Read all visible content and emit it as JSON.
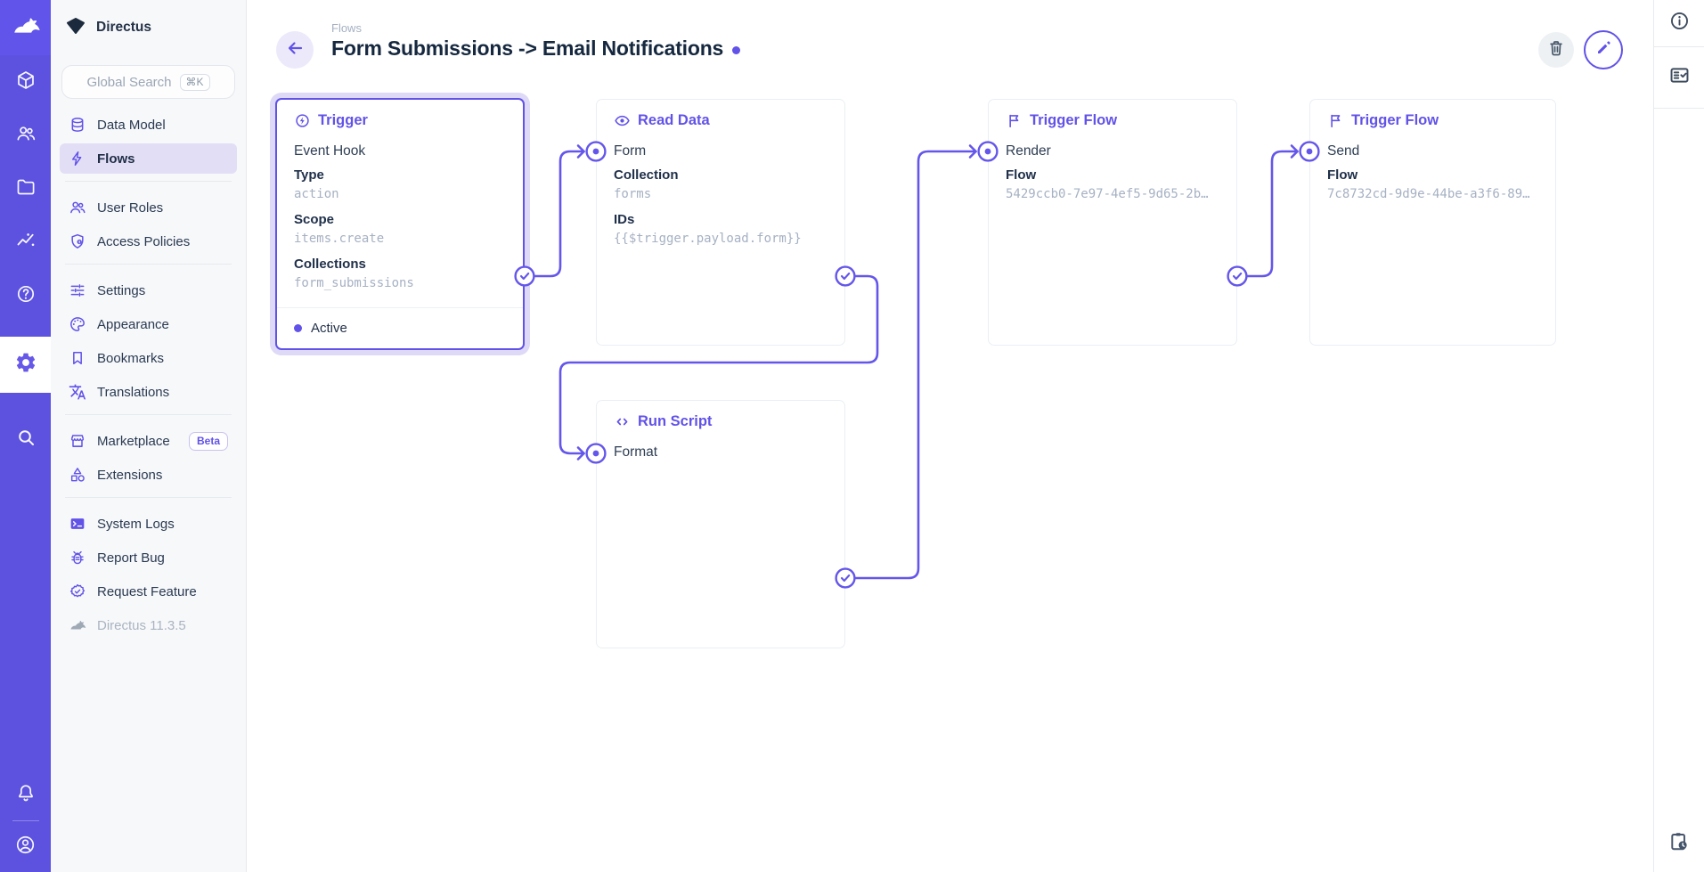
{
  "colors": {
    "primary": "#6152e8",
    "primary_halo": "#ded9f7",
    "module_bar": "#5d52e0",
    "active_nav_pill": "#e2def6",
    "mono_value": "#a6b1c3",
    "title_text": "#16283f"
  },
  "module_bar": {
    "logo_icon": "directus-rabbit-icon",
    "items": [
      "content-cube-icon",
      "users-icon",
      "files-folder-icon",
      "insights-icon",
      "help-icon",
      "settings-gear-icon",
      "search-icon"
    ],
    "active_item": "settings-gear-icon",
    "bottom_items": [
      "notifications-bell-icon",
      "account-icon"
    ]
  },
  "sidebar": {
    "project_name": "Directus",
    "search": {
      "placeholder": "Global Search",
      "shortcut": "⌘K"
    },
    "groups": [
      {
        "items": [
          {
            "label": "Data Model",
            "icon": "database-icon"
          },
          {
            "label": "Flows",
            "icon": "bolt-icon",
            "active": true
          }
        ]
      },
      {
        "items": [
          {
            "label": "User Roles",
            "icon": "people-icon"
          },
          {
            "label": "Access Policies",
            "icon": "shield-lock-icon"
          }
        ]
      },
      {
        "items": [
          {
            "label": "Settings",
            "icon": "tune-icon"
          },
          {
            "label": "Appearance",
            "icon": "palette-icon"
          },
          {
            "label": "Bookmarks",
            "icon": "bookmark-icon"
          },
          {
            "label": "Translations",
            "icon": "translate-icon"
          }
        ]
      },
      {
        "items": [
          {
            "label": "Marketplace",
            "icon": "storefront-icon",
            "badge": "Beta"
          },
          {
            "label": "Extensions",
            "icon": "category-icon"
          }
        ]
      },
      {
        "items": [
          {
            "label": "System Logs",
            "icon": "terminal-icon"
          },
          {
            "label": "Report Bug",
            "icon": "bug-icon"
          },
          {
            "label": "Request Feature",
            "icon": "badge-check-icon"
          }
        ]
      }
    ],
    "footer": {
      "version": "Directus 11.3.5",
      "icon": "rabbit-gray-icon"
    }
  },
  "header": {
    "breadcrumb": "Flows",
    "title": "Form Submissions -> Email Notifications",
    "status_dot_color": "#6152e8",
    "actions": [
      "delete-flow-button",
      "edit-flow-button"
    ]
  },
  "flow": {
    "panels": [
      {
        "id": "trigger",
        "type_label": "Trigger",
        "icon": "circle-bolt-icon",
        "name": "Event Hook",
        "selected": true,
        "fields": [
          {
            "label": "Type",
            "value": "action"
          },
          {
            "label": "Scope",
            "value": "items.create"
          },
          {
            "label": "Collections",
            "value": "form_submissions"
          }
        ],
        "status": "Active"
      },
      {
        "id": "read-data",
        "type_label": "Read Data",
        "icon": "eye-icon",
        "name": "Form",
        "fields": [
          {
            "label": "Collection",
            "value": "forms"
          },
          {
            "label": "IDs",
            "value": "{{$trigger.payload.form}}"
          }
        ]
      },
      {
        "id": "trigger-flow-render",
        "type_label": "Trigger Flow",
        "icon": "flag-icon",
        "name": "Render",
        "fields": [
          {
            "label": "Flow",
            "value": "5429ccb0-7e97-4ef5-9d65-2b…"
          }
        ]
      },
      {
        "id": "trigger-flow-send",
        "type_label": "Trigger Flow",
        "icon": "flag-icon",
        "name": "Send",
        "fields": [
          {
            "label": "Flow",
            "value": "7c8732cd-9d9e-44be-a3f6-89…"
          }
        ]
      },
      {
        "id": "run-script",
        "type_label": "Run Script",
        "icon": "code-icon",
        "name": "Format",
        "fields": []
      }
    ]
  },
  "right_sidebar": {
    "items": [
      "info-icon",
      "fact-check-icon"
    ],
    "bottom_item": "clipboard-clock-icon"
  }
}
